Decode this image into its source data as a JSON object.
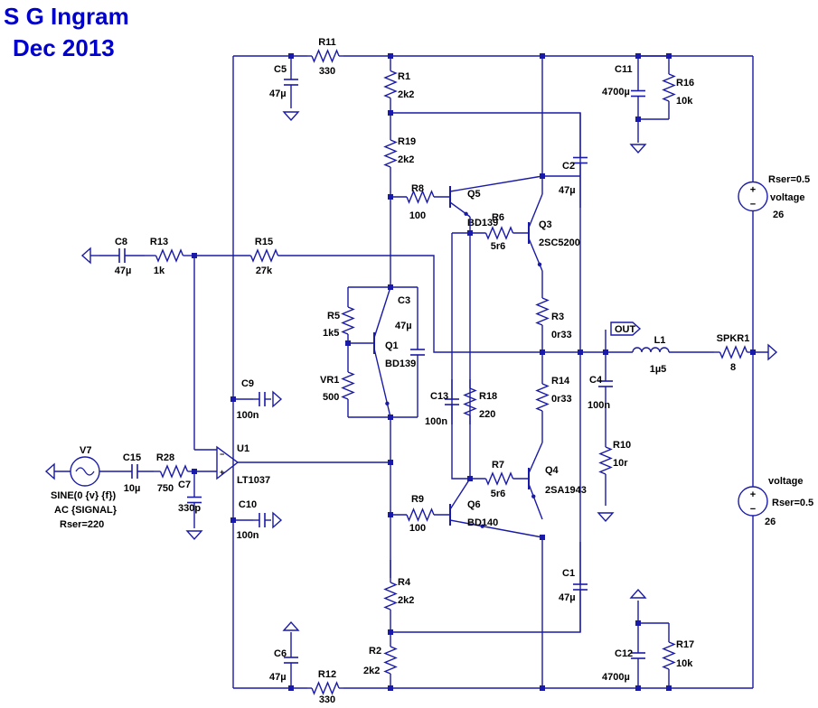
{
  "header": {
    "author": "S G Ingram",
    "date": "Dec 2013"
  },
  "colors": {
    "wire": "#1a1aa8",
    "symbol": "#1a1aa8",
    "dot": "#1a1aa8",
    "text": "#000000",
    "title": "#0000cc"
  },
  "net_label": "OUT",
  "components": [
    {
      "id": "R11",
      "value": "330"
    },
    {
      "id": "C5",
      "value": "47µ"
    },
    {
      "id": "R1",
      "value": "2k2"
    },
    {
      "id": "R19",
      "value": "2k2"
    },
    {
      "id": "C11",
      "value": "4700µ"
    },
    {
      "id": "R16",
      "value": "10k"
    },
    {
      "id": "C2",
      "value": "47µ"
    },
    {
      "id": "R8",
      "value": "100"
    },
    {
      "id": "Q5",
      "value": "BD139"
    },
    {
      "id": "R6",
      "value": "5r6"
    },
    {
      "id": "Q3",
      "value": "2SC5200"
    },
    {
      "id": "C8",
      "value": "47µ"
    },
    {
      "id": "R13",
      "value": "1k"
    },
    {
      "id": "R15",
      "value": "27k"
    },
    {
      "id": "C3",
      "value": "47µ"
    },
    {
      "id": "R5",
      "value": "1k5"
    },
    {
      "id": "Q1",
      "value": "BD139"
    },
    {
      "id": "VR1",
      "value": "500"
    },
    {
      "id": "R3",
      "value": "0r33"
    },
    {
      "id": "L1",
      "value": "1µ5"
    },
    {
      "id": "SPKR1",
      "value": "8"
    },
    {
      "id": "C9",
      "value": "100n"
    },
    {
      "id": "C13",
      "value": "100n"
    },
    {
      "id": "R18",
      "value": "220"
    },
    {
      "id": "R14",
      "value": "0r33"
    },
    {
      "id": "C4",
      "value": "100n"
    },
    {
      "id": "R10",
      "value": "10r"
    },
    {
      "id": "V7",
      "value": ""
    },
    {
      "id": "C15",
      "value": "10µ"
    },
    {
      "id": "R28",
      "value": "750"
    },
    {
      "id": "C7",
      "value": "330p"
    },
    {
      "id": "U1",
      "value": "LT1037"
    },
    {
      "id": "R7",
      "value": "5r6"
    },
    {
      "id": "Q4",
      "value": "2SA1943"
    },
    {
      "id": "R9",
      "value": "100"
    },
    {
      "id": "Q6",
      "value": "BD140"
    },
    {
      "id": "C10",
      "value": "100n"
    },
    {
      "id": "R4",
      "value": "2k2"
    },
    {
      "id": "C1",
      "value": "47µ"
    },
    {
      "id": "C6",
      "value": "47µ"
    },
    {
      "id": "R2",
      "value": "2k2"
    },
    {
      "id": "C12",
      "value": "4700µ"
    },
    {
      "id": "R17",
      "value": "10k"
    },
    {
      "id": "R12",
      "value": "330"
    }
  ],
  "sources": {
    "top": {
      "param": "Rser=0.5",
      "name": "voltage",
      "value": "26"
    },
    "bottom": {
      "param": "Rser=0.5",
      "name": "voltage",
      "value": "26"
    },
    "signal": {
      "line1": "SINE(0 {v} {f})",
      "line2": "AC {SIGNAL}",
      "line3": "Rser=220"
    }
  }
}
